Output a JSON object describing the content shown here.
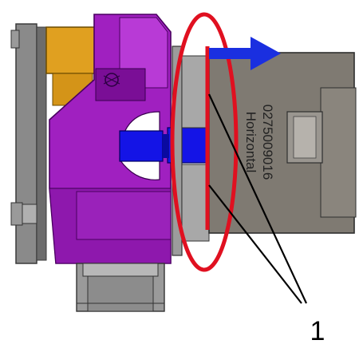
{
  "diagram": {
    "part_number": "0275009016",
    "orientation_text": "Horizontal",
    "callout_label": "1",
    "colors": {
      "magenta_body": "#a020c0",
      "magenta_dark": "#7a0e96",
      "gold": "#e0a020",
      "gray_plate": "#8a8a8a",
      "gray_block": "#7f7a72",
      "blue_part": "#1414e6",
      "red_marker": "#e01020",
      "arrow_blue": "#1a2fe0"
    },
    "icons": [
      "right-arrow-icon"
    ]
  }
}
